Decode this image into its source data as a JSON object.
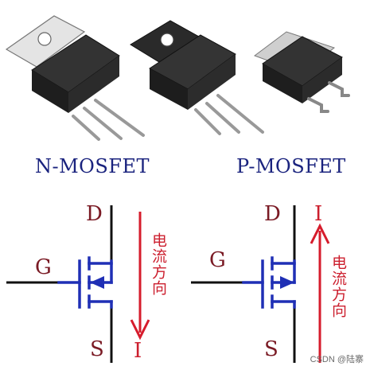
{
  "sections": {
    "n": {
      "title": "N-MOSFET",
      "drain": "D",
      "gate": "G",
      "source": "S",
      "current": "I",
      "current_direction": "电流方向"
    },
    "p": {
      "title": "P-MOSFET",
      "drain": "D",
      "gate": "G",
      "source": "S",
      "current": "I",
      "current_direction": "电流方向"
    }
  },
  "watermark": "CSDN @陆寨",
  "colors": {
    "wire_black": "#111111",
    "symbol_blue": "#1f2fb5",
    "arrow_red": "#d61c2c",
    "title_navy": "#1a237e",
    "pin_maroon": "#7a1a24",
    "package_body": "#2a2a2a",
    "heatsink_tab": "#d9d9d9"
  }
}
